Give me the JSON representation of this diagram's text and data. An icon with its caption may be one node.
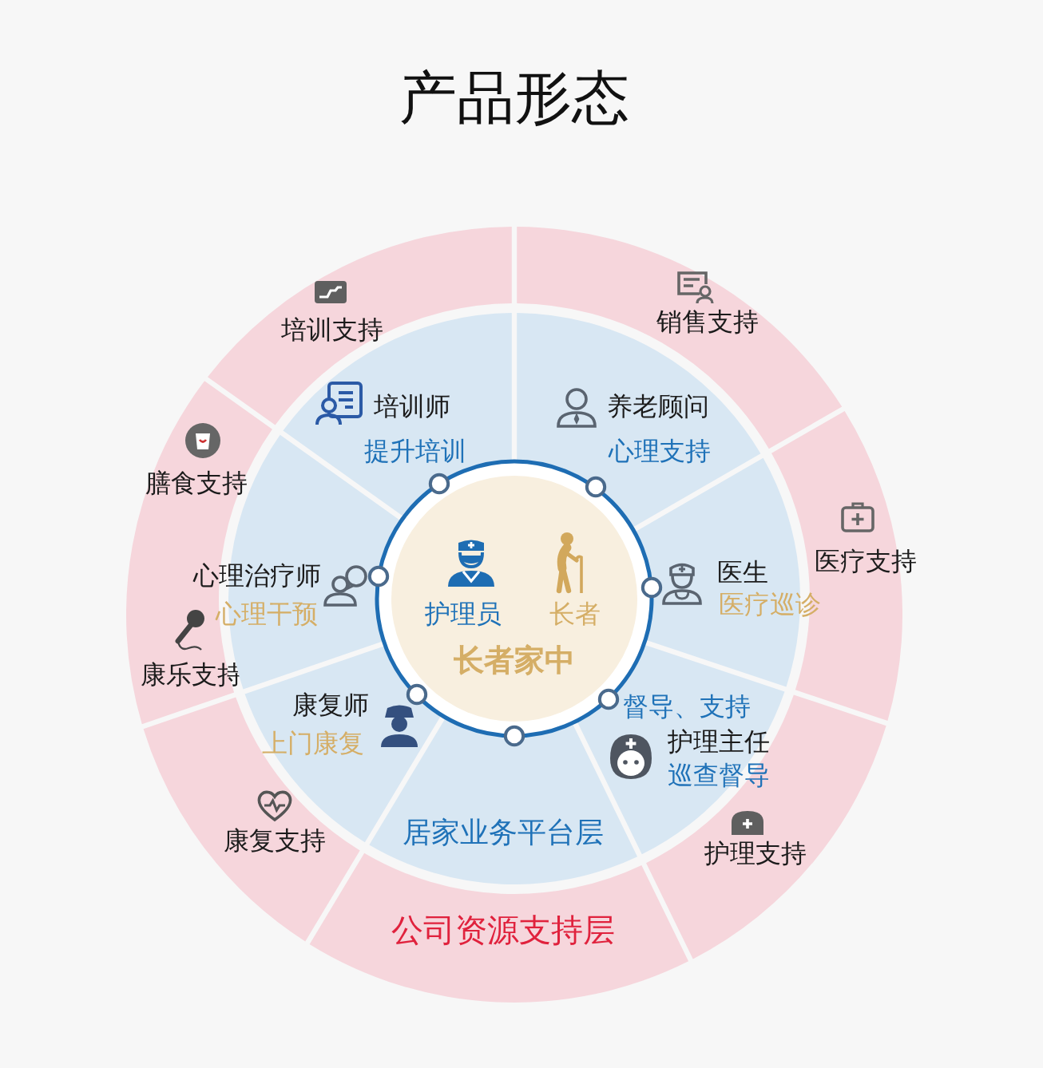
{
  "diagram": {
    "title": "产品形态",
    "nodes": [
      {
        "text": [
          "培训支持"
        ]
      },
      {
        "text": [
          "销售支持"
        ]
      },
      {
        "text": [
          "医疗支持"
        ]
      },
      {
        "text": [
          "护理支持"
        ]
      },
      {
        "text": [
          "公司资源支持层"
        ]
      },
      {
        "text": [
          "康复支持"
        ]
      },
      {
        "text": [
          "膳食支持",
          "康乐支持"
        ]
      },
      {
        "text": [
          "培训师",
          "提升培训"
        ]
      },
      {
        "text": [
          "养老顾问",
          "心理支持"
        ]
      },
      {
        "text": [
          "医生",
          "医疗巡诊"
        ]
      },
      {
        "text": [
          "督导、支持",
          "护理主任",
          "巡查督导"
        ]
      },
      {
        "text": [
          "居家业务平台层"
        ]
      },
      {
        "text": [
          "康复师",
          "上门康复"
        ]
      },
      {
        "text": [
          "心理治疗师",
          "心理干预"
        ]
      },
      {
        "text": [
          "护理员",
          "长者",
          "长者家中"
        ]
      }
    ]
  }
}
